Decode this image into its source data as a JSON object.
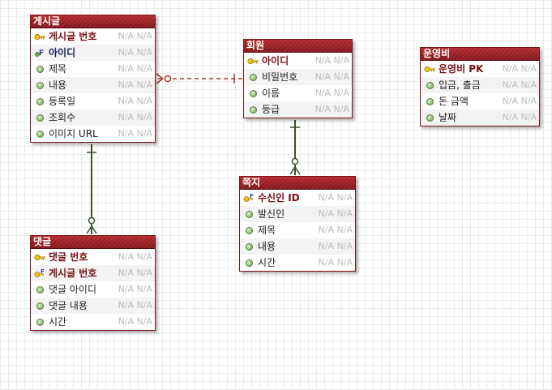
{
  "entities": [
    {
      "name": "게시글",
      "attributes": [
        {
          "name": "게시글 번호",
          "kind": "pk-key-icon",
          "meta": "N/A N/A"
        },
        {
          "name": "아이디",
          "kind": "fk-icon",
          "meta": "N/A N/A"
        },
        {
          "name": "제목",
          "kind": "attribute-dot-icon",
          "meta": "N/A N/A"
        },
        {
          "name": "내용",
          "kind": "attribute-dot-icon",
          "meta": "N/A N/A"
        },
        {
          "name": "등록일",
          "kind": "attribute-dot-icon",
          "meta": "N/A N/A"
        },
        {
          "name": "조회수",
          "kind": "attribute-dot-icon",
          "meta": "N/A N/A"
        },
        {
          "name": "이미지 URL",
          "kind": "attribute-dot-icon",
          "meta": "N/A N/A"
        }
      ]
    },
    {
      "name": "회원",
      "attributes": [
        {
          "name": "아이디",
          "kind": "pk-key-icon",
          "meta": "N/A N/A"
        },
        {
          "name": "비밀번호",
          "kind": "attribute-dot-icon",
          "meta": "N/A N/A"
        },
        {
          "name": "이름",
          "kind": "attribute-dot-icon",
          "meta": "N/A N/A"
        },
        {
          "name": "등급",
          "kind": "attribute-dot-icon",
          "meta": "N/A N/A"
        }
      ]
    },
    {
      "name": "운영비",
      "attributes": [
        {
          "name": "운영비 PK",
          "kind": "pk-key-icon",
          "meta": "N/A N/A"
        },
        {
          "name": "입금, 출금",
          "kind": "attribute-dot-icon",
          "meta": "N/A N/A"
        },
        {
          "name": "돈 금액",
          "kind": "attribute-dot-icon",
          "meta": "N/A N/A"
        },
        {
          "name": "날짜",
          "kind": "attribute-dot-icon",
          "meta": "N/A N/A"
        }
      ]
    },
    {
      "name": "쪽지",
      "attributes": [
        {
          "name": "수신인 ID",
          "kind": "pk-fk-key-icon",
          "meta": "N/A N/A"
        },
        {
          "name": "발신인",
          "kind": "attribute-dot-icon",
          "meta": "N/A N/A"
        },
        {
          "name": "제목",
          "kind": "attribute-dot-icon",
          "meta": "N/A N/A"
        },
        {
          "name": "내용",
          "kind": "attribute-dot-icon",
          "meta": "N/A N/A"
        },
        {
          "name": "시간",
          "kind": "attribute-dot-icon",
          "meta": "N/A N/A"
        }
      ]
    },
    {
      "name": "댓글",
      "attributes": [
        {
          "name": "댓글 번호",
          "kind": "pk-key-icon",
          "meta": "N/A N/A"
        },
        {
          "name": "게시글 번호",
          "kind": "pk-fk-key-icon",
          "meta": "N/A N/A"
        },
        {
          "name": "댓글 아이디",
          "kind": "attribute-dot-icon",
          "meta": "N/A N/A"
        },
        {
          "name": "댓글 내용",
          "kind": "attribute-dot-icon",
          "meta": "N/A N/A"
        },
        {
          "name": "시간",
          "kind": "attribute-dot-icon",
          "meta": "N/A N/A"
        }
      ]
    }
  ],
  "relationships": [
    {
      "from": "회원",
      "to": "게시글",
      "style": "dashed",
      "from_end": "one",
      "to_end": "zero-or-many"
    },
    {
      "from": "게시글",
      "to": "댓글",
      "style": "solid",
      "from_end": "one",
      "to_end": "zero-or-many"
    },
    {
      "from": "회원",
      "to": "쪽지",
      "style": "solid",
      "from_end": "one",
      "to_end": "zero-or-many"
    }
  ],
  "colors": {
    "header": "#9b1c20",
    "border": "#7a1518",
    "pk_text": "#7a0f12",
    "fk_text": "#15215f",
    "meta_text": "#bcbcbc",
    "identifying_line": "#3d5030",
    "non_identifying_line": "#a03a2a"
  }
}
